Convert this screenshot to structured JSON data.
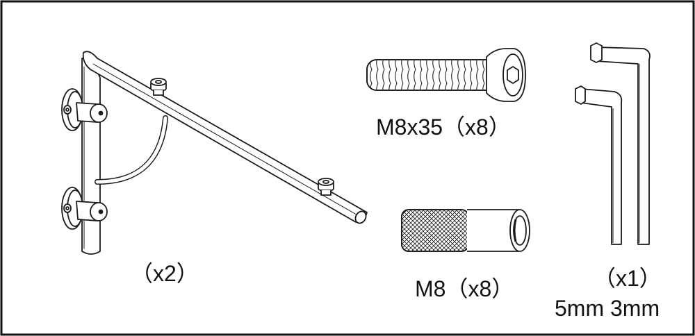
{
  "parts": {
    "bracket": {
      "name": "wall-bracket",
      "quantity_label": "（x2）"
    },
    "bolt": {
      "name": "hex-socket-bolt",
      "quantity_label": "M8x35（x8）"
    },
    "anchor": {
      "name": "knurled-anchor-sleeve",
      "quantity_label": "M8（x8）"
    },
    "hex_keys": {
      "name": "hex-key-set",
      "quantity_label": "（x1）",
      "size_label": "5mm 3mm"
    }
  },
  "colors": {
    "line": "#1a1a1a",
    "background": "#ffffff",
    "fill": "#ffffff"
  }
}
